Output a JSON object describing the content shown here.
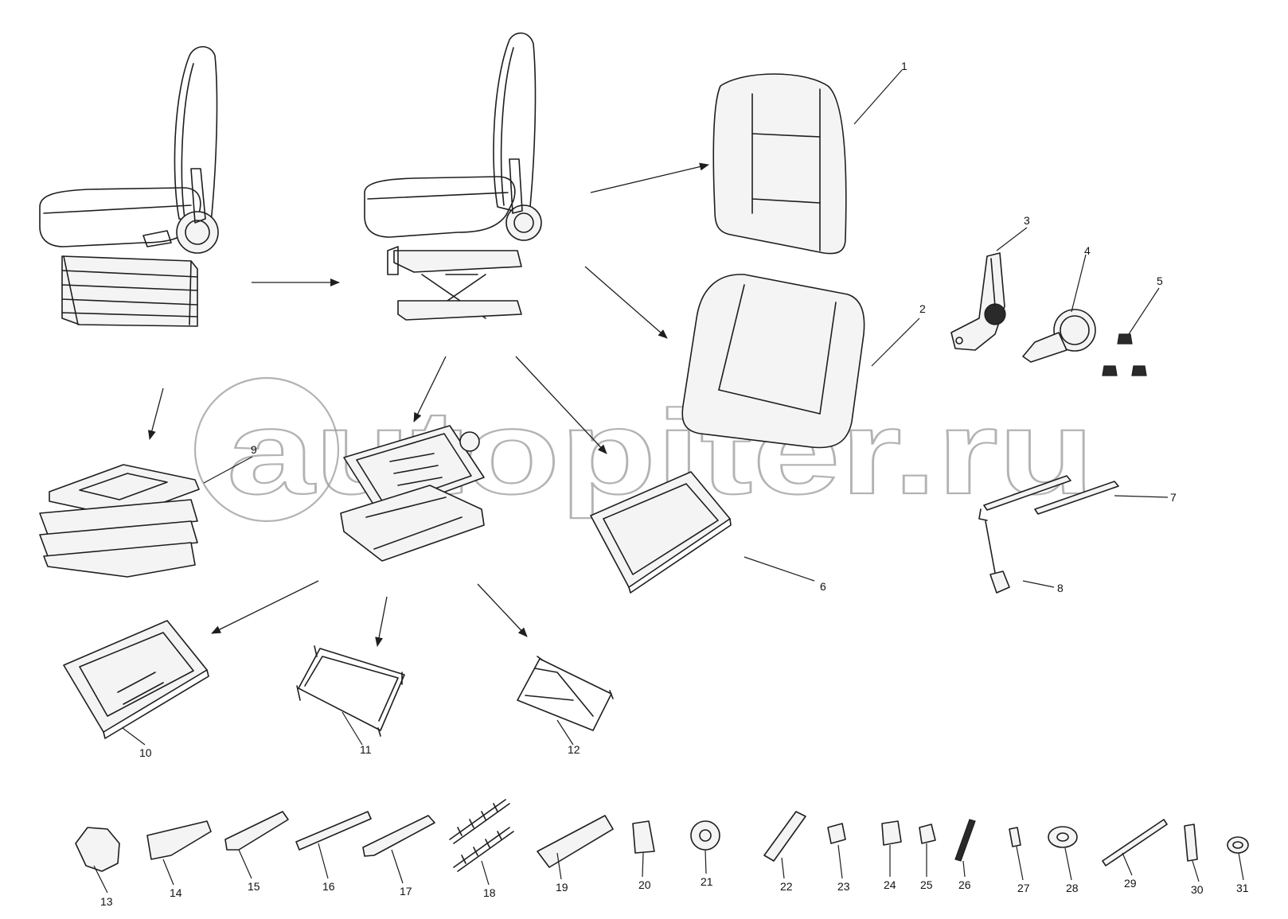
{
  "watermark": "autopiter.ru",
  "labels": {
    "l1": "1",
    "l2": "2",
    "l3": "3",
    "l4": "4",
    "l5": "5",
    "l6": "6",
    "l7": "7",
    "l8": "8",
    "l9": "9",
    "l10": "10",
    "l11": "11",
    "l12": "12",
    "l13": "13",
    "l14": "14",
    "l15": "15",
    "l16": "16",
    "l17": "17",
    "l18": "18",
    "l19": "19",
    "l20": "20",
    "l21": "21",
    "l22": "22",
    "l23": "23",
    "l24": "24",
    "l25": "25",
    "l26": "26",
    "l27": "27",
    "l28": "28",
    "l29": "29",
    "l30": "30",
    "l31": "31"
  }
}
